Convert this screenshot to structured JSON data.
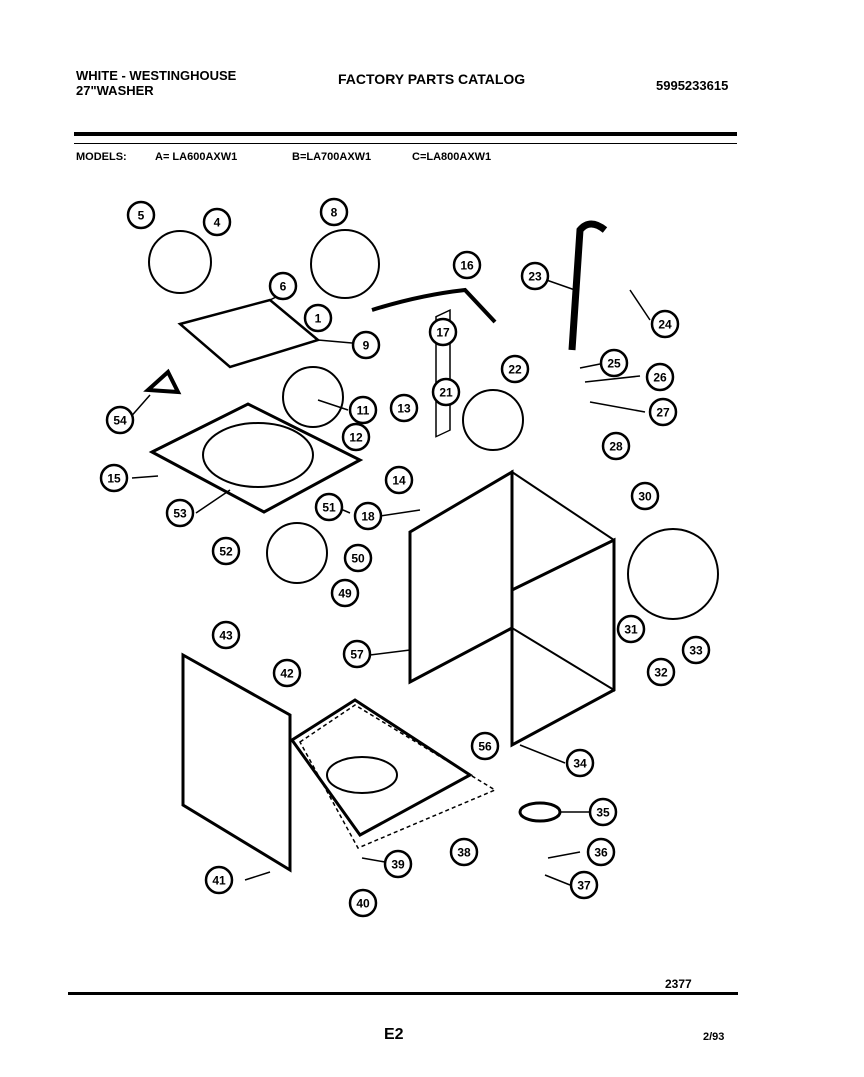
{
  "header": {
    "brand": "WHITE - WESTINGHOUSE",
    "product": "27\"WASHER",
    "catalog_title": "FACTORY PARTS CATALOG",
    "catalog_number": "5995233615"
  },
  "models": {
    "label": "MODELS:",
    "a": "A= LA600AXW1",
    "b": "B=LA700AXW1",
    "c": "C=LA800AXW1"
  },
  "footer": {
    "drawing_number": "2377",
    "page": "E2",
    "date": "2/93"
  },
  "callouts": [
    "1",
    "4",
    "5",
    "6",
    "8",
    "9",
    "11",
    "12",
    "13",
    "14",
    "15",
    "16",
    "17",
    "18",
    "21",
    "22",
    "23",
    "24",
    "25",
    "26",
    "27",
    "28",
    "30",
    "31",
    "32",
    "33",
    "34",
    "35",
    "36",
    "37",
    "38",
    "39",
    "40",
    "41",
    "42",
    "43",
    "49",
    "50",
    "51",
    "52",
    "53",
    "54",
    "56",
    "57"
  ]
}
